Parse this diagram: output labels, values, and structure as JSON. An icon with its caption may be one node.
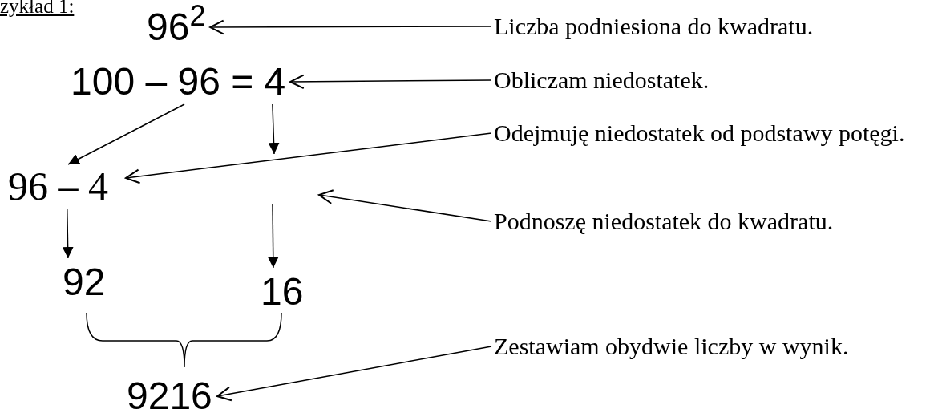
{
  "diagram": {
    "title": "zykład 1:",
    "nodes": [
      {
        "text": [
          "96$^{2}$"
        ]
      },
      {
        "text": [
          "100 – 96 = 4"
        ]
      },
      {
        "text": [
          "96 – 4"
        ]
      },
      {
        "text": [
          "92"
        ]
      },
      {
        "text": [
          "16"
        ]
      },
      {
        "text": [
          "9216"
        ]
      },
      {
        "text": [
          "Liczba podniesiona do kwadratu."
        ]
      },
      {
        "text": [
          "Obliczam niedostatek."
        ]
      },
      {
        "text": [
          "Odejmuję niedostatek od podstawy potęgi."
        ]
      },
      {
        "text": [
          "Podnoszę niedostatek do kwadratu."
        ]
      },
      {
        "text": [
          "Zestawiam obydwie liczby w wynik."
        ]
      }
    ],
    "edges": [
      {
        "from": 6,
        "to": 0,
        "arrow": "to"
      },
      {
        "from": 7,
        "to": 1,
        "arrow": "to"
      },
      {
        "from": 1,
        "to": 2,
        "arrow": "to"
      },
      {
        "from": 1,
        "to": null,
        "arrow": "to"
      },
      {
        "from": null,
        "to": 4,
        "arrow": "to"
      },
      {
        "from": 2,
        "to": 3,
        "arrow": "to"
      },
      {
        "from": 8,
        "to": 2,
        "arrow": "to"
      },
      {
        "from": 9,
        "to": null,
        "arrow": "to"
      },
      {
        "from": 10,
        "to": 5,
        "arrow": "to"
      }
    ]
  }
}
